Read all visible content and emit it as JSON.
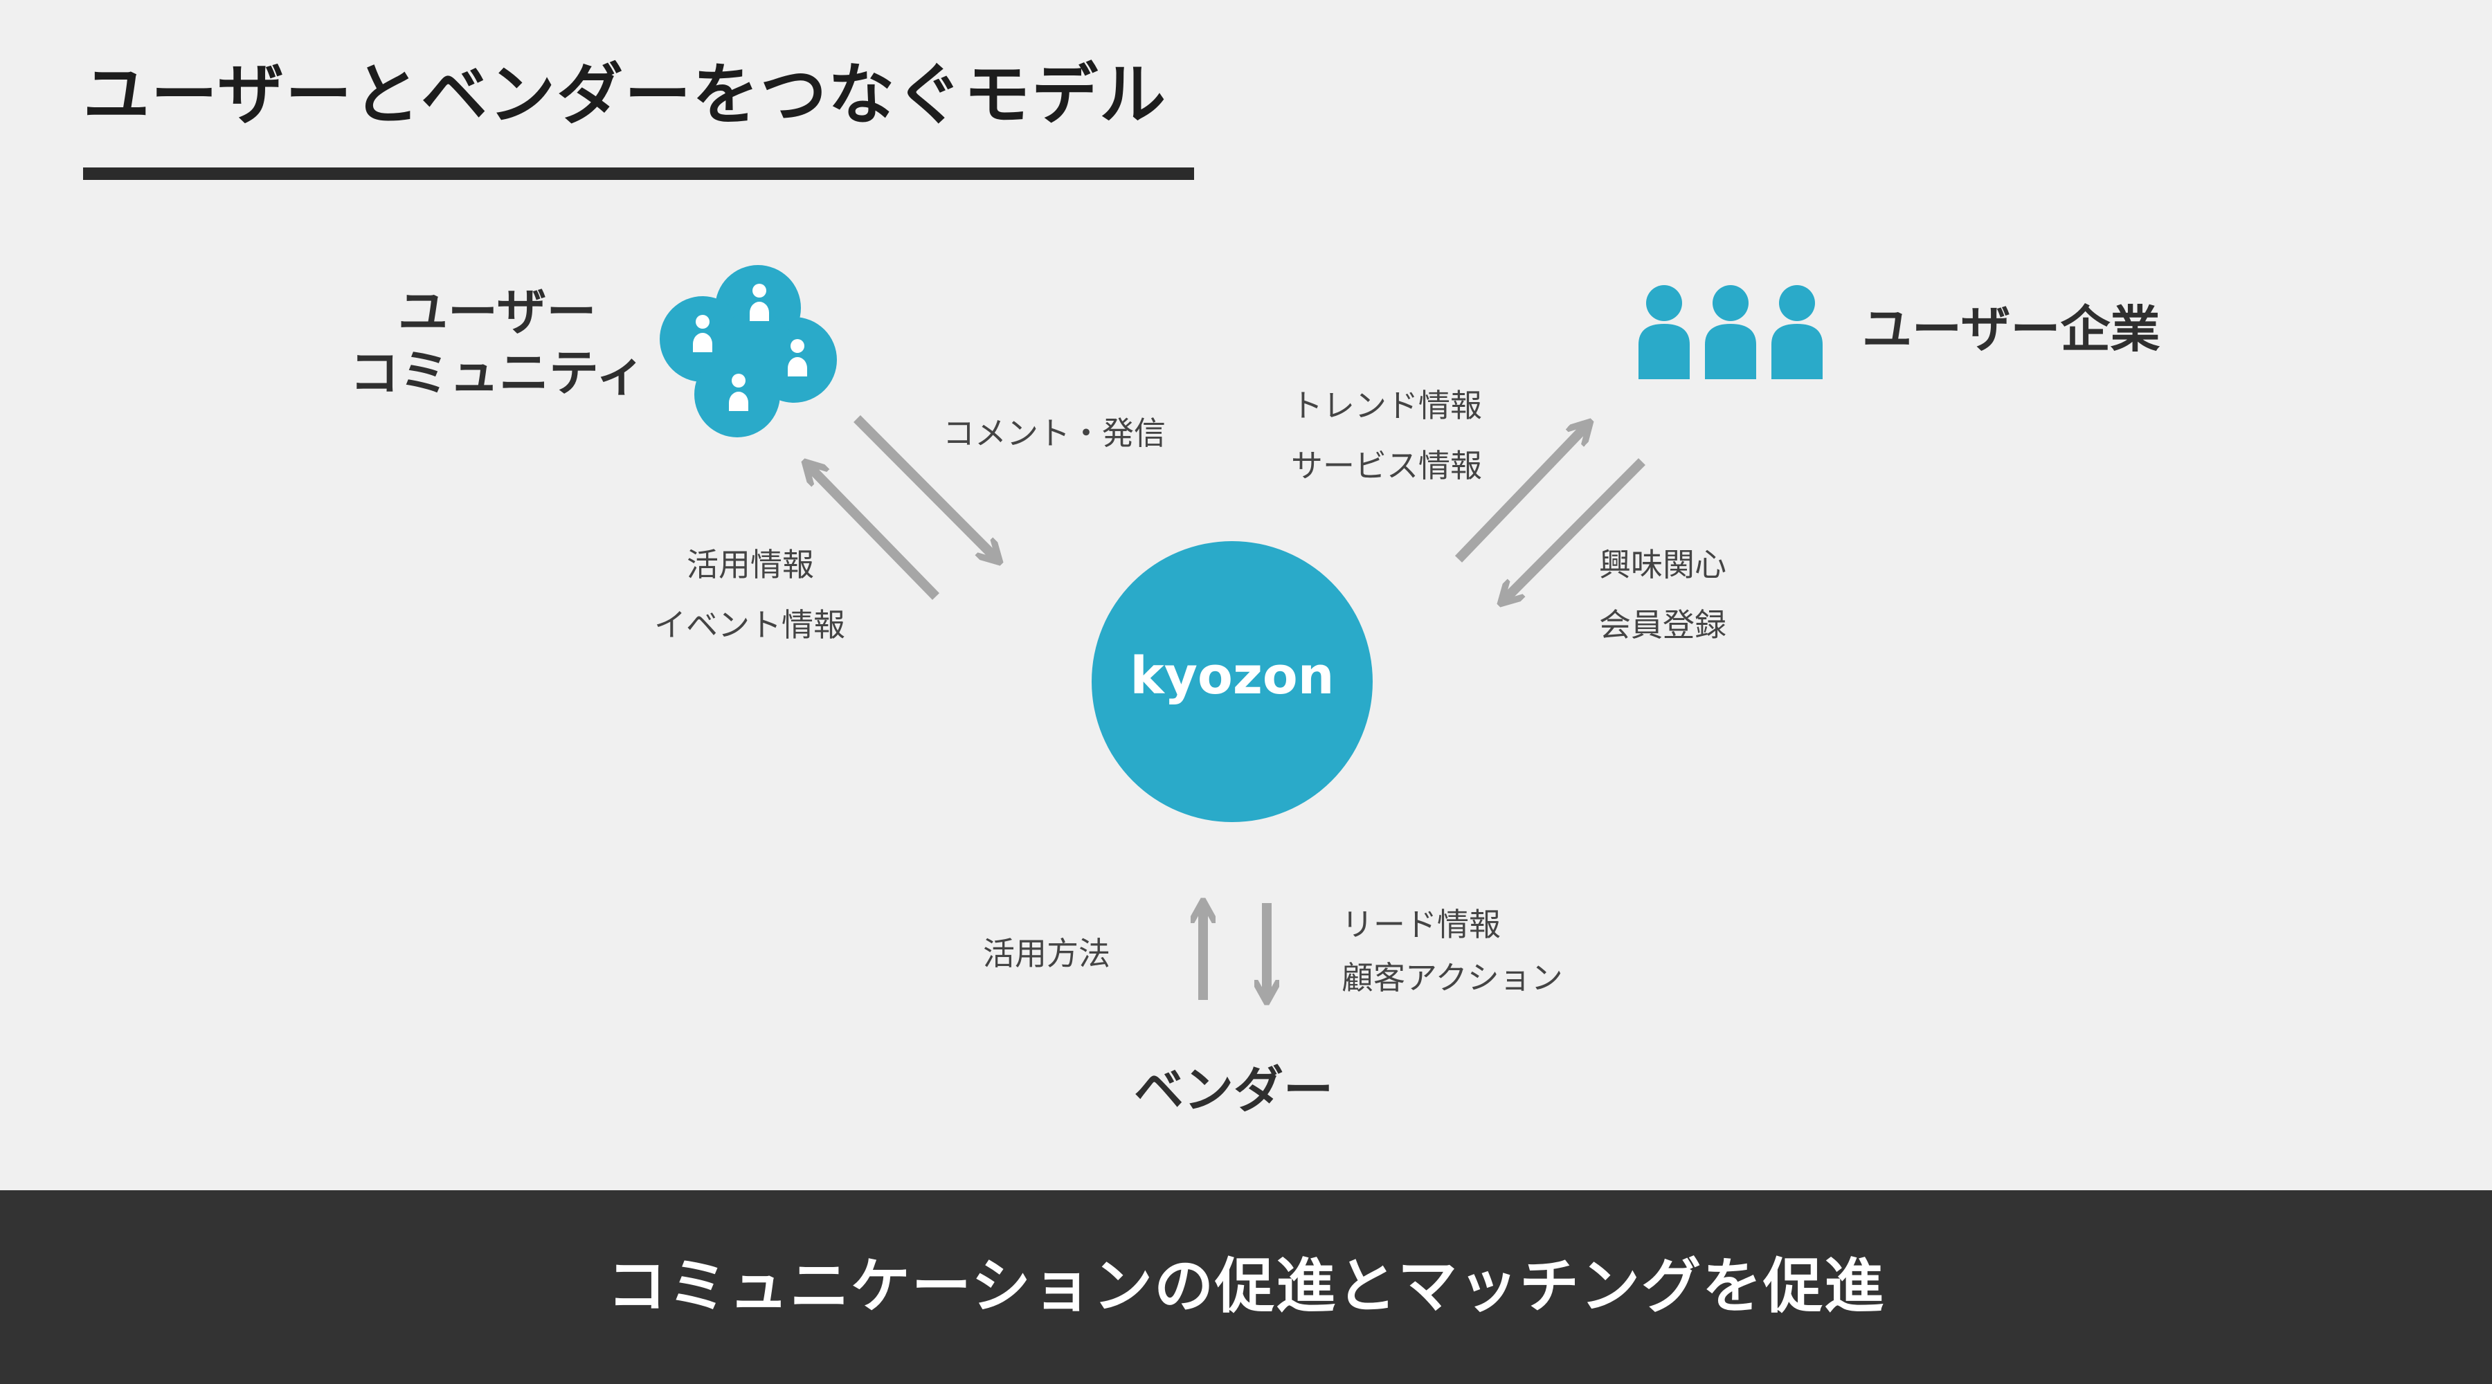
{
  "title": "ユーザーとベンダーをつなぐモデル",
  "nodes": {
    "community_line1": "ユーザー",
    "community_line2": "コミュニティ",
    "enterprise": "ユーザー企業",
    "hub": "kyozon",
    "vendor": "ベンダー"
  },
  "flows": {
    "community_to_hub": "コメント・発信",
    "hub_to_community_1": "活用情報",
    "hub_to_community_2": "イベント情報",
    "hub_to_enterprise_1": "トレンド情報",
    "hub_to_enterprise_2": "サービス情報",
    "enterprise_to_hub_1": "興味関心",
    "enterprise_to_hub_2": "会員登録",
    "vendor_to_hub": "活用方法",
    "hub_to_vendor_1": "リード情報",
    "hub_to_vendor_2": "顧客アクション"
  },
  "footer": "コミュニケーションの促進とマッチングを促進",
  "colors": {
    "accent": "#2aaac9",
    "arrow": "#a6a6a6",
    "footer_bg": "#333333",
    "background": "#f0f0f0"
  }
}
